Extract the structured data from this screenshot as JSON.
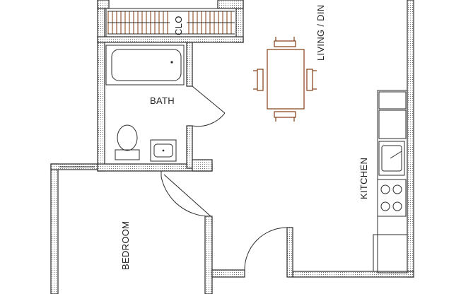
{
  "rooms": {
    "closet": "CLO",
    "bath": "BATH",
    "living_dining": "LIVING / DIN",
    "kitchen": "KITCHEN",
    "bedroom": "BEDROOM"
  },
  "colors": {
    "wall": "#2b2b2b",
    "furniture": "#8a4a22",
    "background": "#ffffff"
  }
}
